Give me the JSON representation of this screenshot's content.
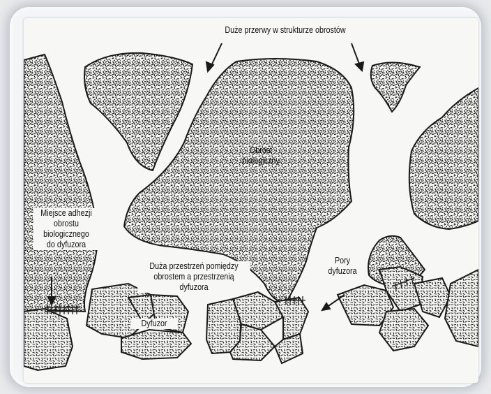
{
  "labels": {
    "gaps": "Duże przerwy w strukturze obrostów",
    "biofilm_line1": "Obrost",
    "biofilm_line2": "biologiczny",
    "adhesion_line1": "Miejsce adhezji",
    "adhesion_line2": "obrostu",
    "adhesion_line3": "biologicznego",
    "adhesion_line4": "do dyfuzora",
    "space_line1": "Duża przestrzeń pomiędzy",
    "space_line2": "obrostem a przestrzenią",
    "space_line3": "dyfuzora",
    "pores_line1": "Pory",
    "pores_line2": "dyfuzora",
    "diffuser": "Dyfuzor"
  },
  "colors": {
    "ink": "#1a1a1a",
    "paper": "#f7f7f5",
    "frame": "#f4f5f6"
  }
}
